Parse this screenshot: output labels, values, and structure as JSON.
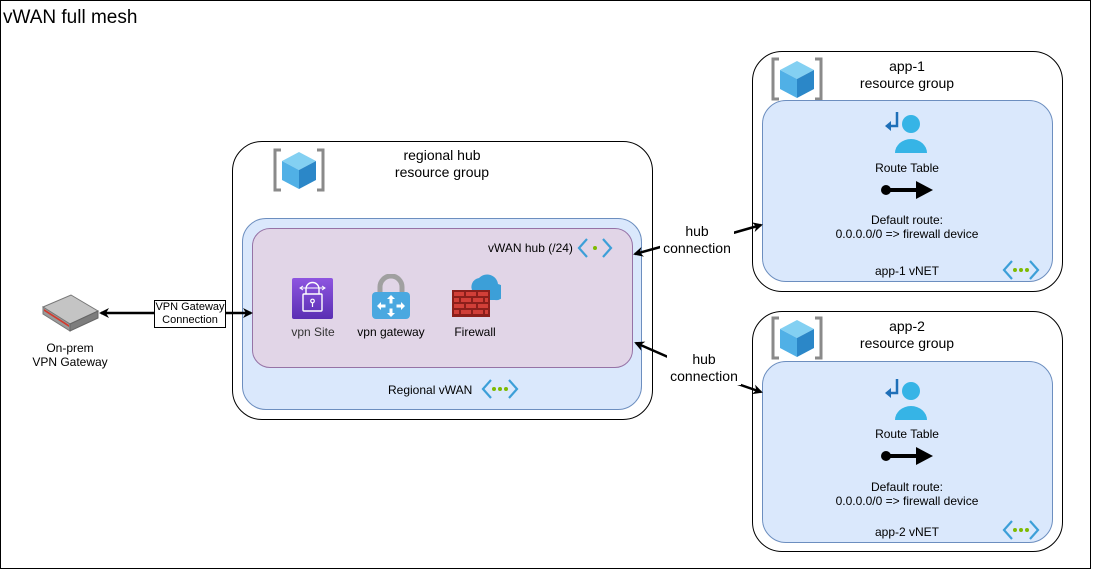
{
  "title": "vWAN full mesh",
  "onprem": {
    "line1": "On-prem",
    "line2": "VPN Gateway"
  },
  "vpn_connection": {
    "line1": "VPN Gateway",
    "line2": "Connection"
  },
  "hub_rg": {
    "line1": "regional hub",
    "line2": "resource group"
  },
  "regional_vwan": {
    "label": "Regional vWAN"
  },
  "vwan_hub": {
    "label": "vWAN hub (/24)"
  },
  "services": [
    {
      "label": "vpn Site"
    },
    {
      "label": "vpn gateway"
    },
    {
      "label": "Firewall"
    }
  ],
  "hub_connection": {
    "line1": "hub",
    "line2": "connection"
  },
  "app1": {
    "rg_line1": "app-1",
    "rg_line2": "resource group",
    "route_table": "Route Table",
    "default_route_line1": "Default route:",
    "default_route_line2": "0.0.0.0/0 => firewall device",
    "vnet_label": "app-1 vNET"
  },
  "app2": {
    "rg_line1": "app-2",
    "rg_line2": "resource group",
    "route_table": "Route Table",
    "default_route_line1": "Default route:",
    "default_route_line2": "0.0.0.0/0 => firewall device",
    "vnet_label": "app-2 vNET"
  },
  "colors": {
    "vnet_fill": "#dae8fc",
    "vnet_border": "#6c8ebf",
    "hub_fill": "#e1d5e7",
    "hub_border": "#9673a6",
    "azure_blue": "#0078d4",
    "vpn_site_purple": "#7b3fd6",
    "firewall_red": "#b3332e",
    "cloud_blue": "#3c9fd8",
    "vnet_dots": "#7fba00"
  },
  "icons": [
    "resource-group-icon",
    "router-icon",
    "vpn-site-icon",
    "vpn-gateway-icon",
    "firewall-icon",
    "route-table-icon",
    "route-arrow-icon",
    "vnet-icon"
  ]
}
